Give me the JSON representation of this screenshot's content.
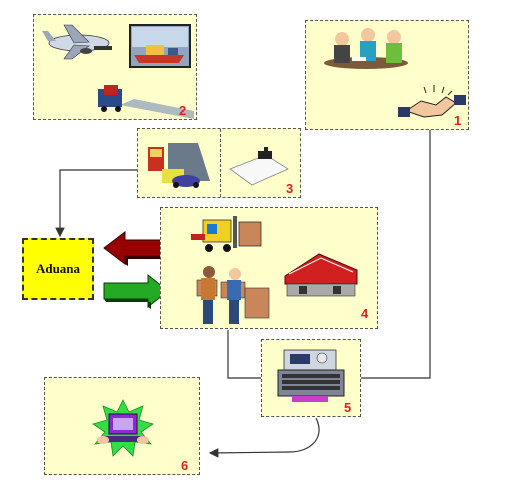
{
  "steps": [
    {
      "number": "1"
    },
    {
      "number": "2"
    },
    {
      "number": "3"
    },
    {
      "number": "4"
    },
    {
      "number": "5"
    },
    {
      "number": "6"
    }
  ],
  "aduana": {
    "label": "Aduana"
  },
  "colors": {
    "panel_bg": "#ffffcc",
    "aduana_bg": "#ffff00",
    "step_number": "#e02020",
    "arrow_export": "#990000",
    "arrow_import": "#22aa22"
  },
  "icons": {
    "panel_1": [
      "meeting-people-icon",
      "handshake-icon"
    ],
    "panel_2": [
      "airplane-icon",
      "cargo-ship-icon",
      "truck-icon"
    ],
    "panel_3": [
      "delivery-truck-icon",
      "document-icon"
    ],
    "panel_4": [
      "forklift-icon",
      "workers-boxes-icon",
      "warehouse-icon"
    ],
    "panel_5": [
      "fax-machine-icon"
    ],
    "panel_6": [
      "computer-keyboard-icon"
    ]
  }
}
